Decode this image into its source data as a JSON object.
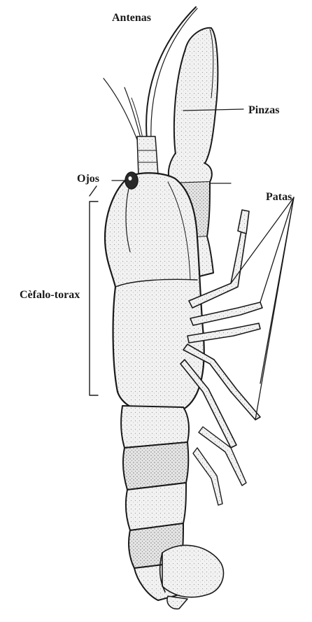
{
  "diagram": {
    "labels": {
      "antenas": "Antenas",
      "pinzas": "Pinzas",
      "ojos": "Ojos",
      "patas": "Patas",
      "cefalotorax": "Cèfalo-torax"
    }
  },
  "colors": {
    "ink": "#1a1a1a",
    "body_fill": "#efefef",
    "shade": "#d9d9d9",
    "background": "#ffffff"
  }
}
